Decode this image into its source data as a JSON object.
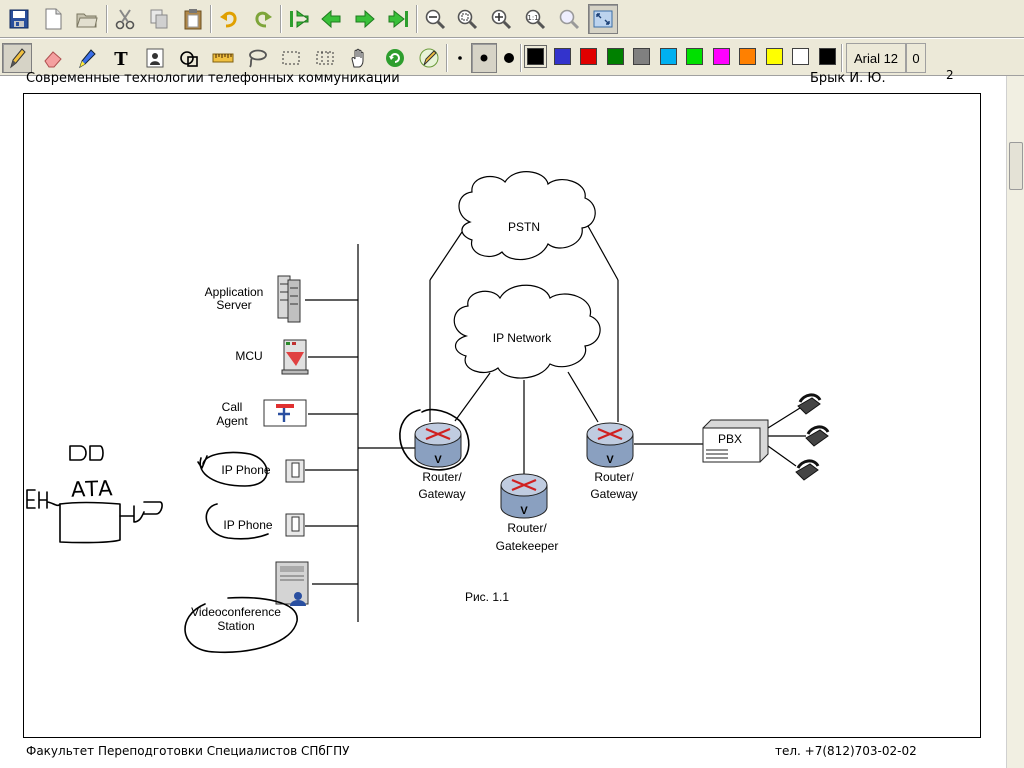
{
  "toolbar_top": {
    "buttons": [
      {
        "name": "save-icon"
      },
      {
        "name": "new-page-icon"
      },
      {
        "name": "open-folder-icon"
      },
      {
        "name": "cut-icon"
      },
      {
        "name": "copy-icon"
      },
      {
        "name": "paste-icon"
      },
      {
        "name": "undo-icon"
      },
      {
        "name": "redo-icon"
      },
      {
        "name": "first-page-icon"
      },
      {
        "name": "previous-page-icon"
      },
      {
        "name": "next-page-icon"
      },
      {
        "name": "last-page-icon"
      },
      {
        "name": "zoom-out-icon"
      },
      {
        "name": "zoom-fit-icon"
      },
      {
        "name": "zoom-in-icon"
      },
      {
        "name": "zoom-actual-size-icon"
      },
      {
        "name": "zoom-search-icon"
      },
      {
        "name": "fullscreen-icon"
      }
    ]
  },
  "toolbar_tools": {
    "tools": [
      {
        "name": "pencil-tool-icon"
      },
      {
        "name": "eraser-tool-icon"
      },
      {
        "name": "highlighter-tool-icon"
      },
      {
        "name": "text-tool-icon"
      },
      {
        "name": "image-tool-icon"
      },
      {
        "name": "shapes-tool-icon"
      },
      {
        "name": "ruler-tool-icon"
      },
      {
        "name": "lasso-tool-icon"
      },
      {
        "name": "select-rectangle-icon"
      },
      {
        "name": "select-region-icon"
      },
      {
        "name": "pan-hand-icon"
      },
      {
        "name": "refresh-icon"
      },
      {
        "name": "pen-options-icon"
      }
    ],
    "pen_sizes": [
      "small",
      "medium",
      "large"
    ],
    "colors": [
      "#000000",
      "#3333cc",
      "#e00000",
      "#008000",
      "#808080",
      "#00b0f0",
      "#00e000",
      "#ff00ff",
      "#ff8000",
      "#ffff00",
      "#ffffff",
      "#000000"
    ],
    "font_label": "Arial 12",
    "font_counter": "0"
  },
  "document": {
    "header_title": "Современные технологии телефонных коммуникации",
    "header_author": "Брык И. Ю.",
    "page_number": "2",
    "footer_left": "Факультет Переподготовки Специалистов СПбГПУ",
    "footer_right": "тел. +7(812)703-02-02"
  },
  "diagram": {
    "clouds": {
      "pstn": "PSTN",
      "ip": "IP Network"
    },
    "devices": {
      "app_server": [
        "Application",
        "Server"
      ],
      "mcu": "MCU",
      "call_agent": [
        "Call",
        "Agent"
      ],
      "ip_phone_1": "IP Phone",
      "ip_phone_2": "IP Phone",
      "video_station": [
        "Videoconference",
        "Station"
      ],
      "router_left": [
        "Router/",
        "Gateway"
      ],
      "router_gatekeeper": [
        "Router/",
        "Gatekeeper"
      ],
      "router_right": [
        "Router/",
        "Gateway"
      ],
      "pbx": "PBX",
      "router_symbol": "V"
    },
    "caption": "Рис. 1.1",
    "handwriting": "АТА"
  }
}
